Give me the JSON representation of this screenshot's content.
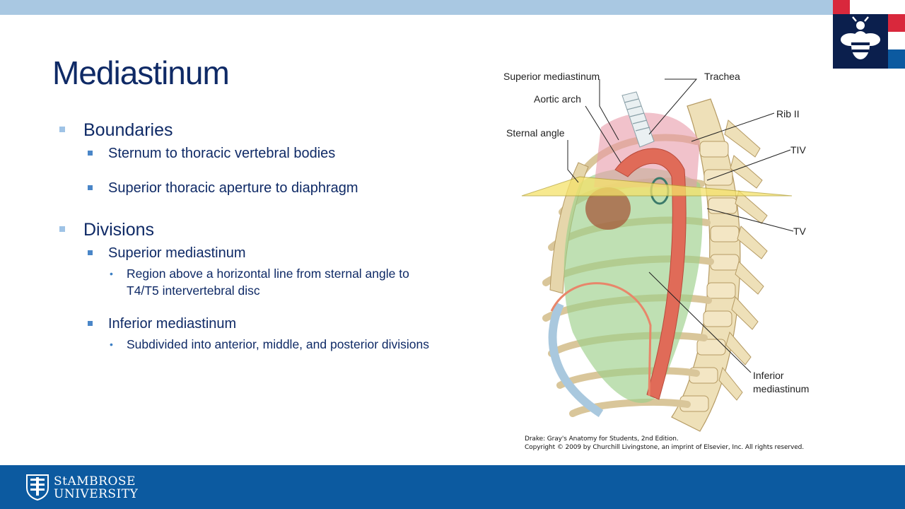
{
  "slide": {
    "title": "Mediastinum"
  },
  "content": {
    "items": [
      {
        "label": "Boundaries",
        "subitems": [
          {
            "label": "Sternum to thoracic vertebral bodies"
          },
          {
            "label": "Superior thoracic aperture to diaphragm"
          }
        ]
      },
      {
        "label": "Divisions",
        "subitems": [
          {
            "label": "Superior mediastinum",
            "details": [
              "Region above a horizontal line from sternal angle to T4/T5 intervertebral disc"
            ]
          },
          {
            "label": "Inferior mediastinum",
            "details": [
              "Subdivided into anterior, middle, and posterior divisions"
            ]
          }
        ]
      }
    ]
  },
  "figure": {
    "labels": {
      "superior_mediastinum": "Superior mediastinum",
      "trachea": "Trachea",
      "aortic_arch": "Aortic arch",
      "rib_ii": "Rib II",
      "sternal_angle": "Sternal angle",
      "tiv": "TIV",
      "tv": "TV",
      "inferior_mediastinum_line1": "Inferior",
      "inferior_mediastinum_line2": "mediastinum"
    },
    "credit_line1": "Drake: Gray's Anatomy for Students, 2nd Edition.",
    "credit_line2": "Copyright © 2009 by Churchill Livingstone, an imprint of Elsevier, Inc. All rights reserved."
  },
  "footer": {
    "university_line1": "StAMBROSE",
    "university_line2": "UNIVERSITY"
  },
  "colors": {
    "header_band": "#a9c8e2",
    "footer_band": "#0c5aa0",
    "title": "#0f2a66",
    "logo_navy": "#0b1f4d",
    "logo_red": "#d9283c"
  },
  "icons": [
    "bee-logo-icon",
    "university-crest-icon"
  ]
}
